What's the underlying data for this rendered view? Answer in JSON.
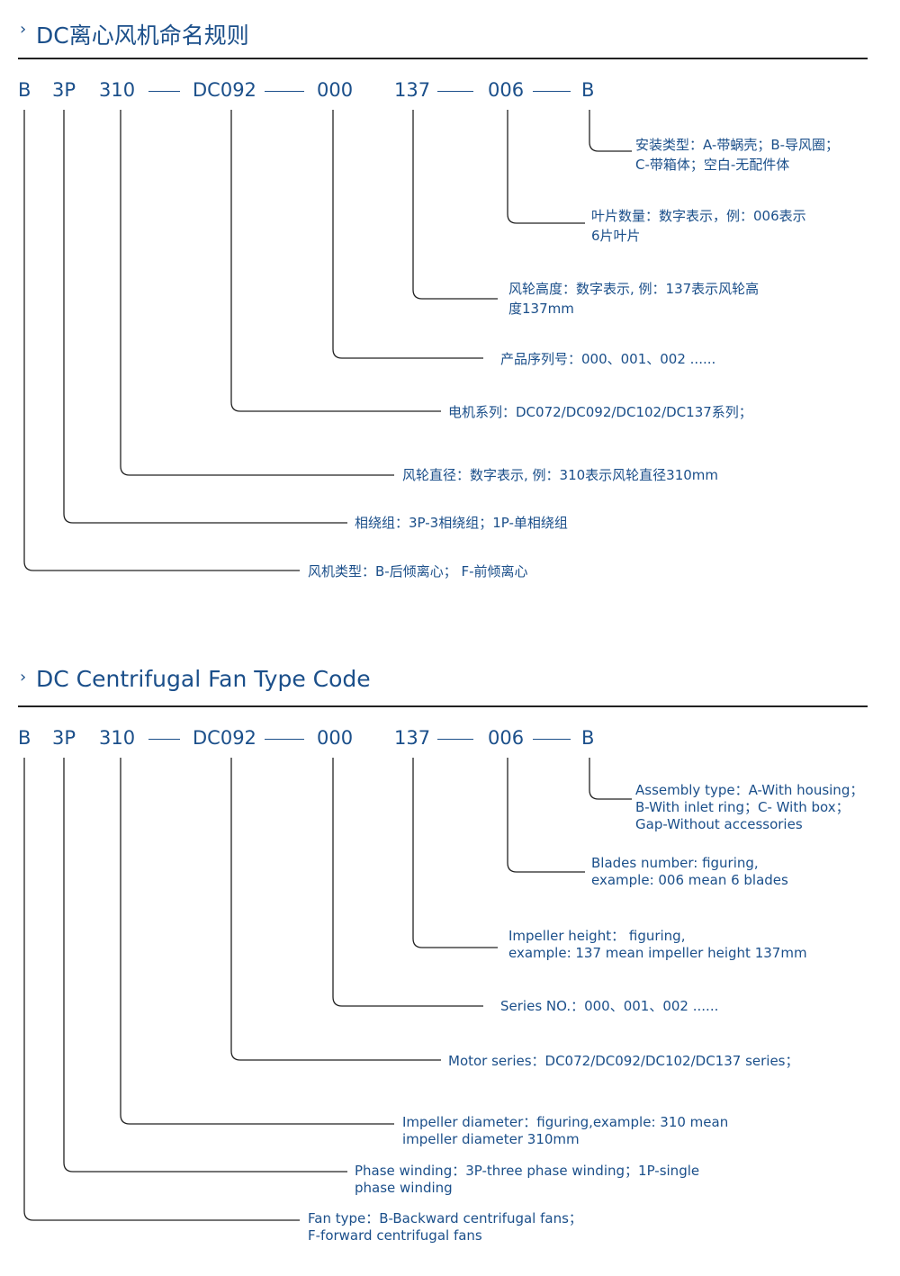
{
  "sections": [
    {
      "chevron": "›",
      "title": "DC离心风机命名规则",
      "code": [
        "B",
        "3P",
        "310",
        "DC092",
        "000",
        "137",
        "006",
        "B"
      ],
      "descriptions": [
        [
          "安装类型：A-带蜗壳；B-导风圈；",
          "C-带箱体；空白-无配件体"
        ],
        [
          "叶片数量：数字表示，例：006表示",
          "6片叶片"
        ],
        [
          "风轮高度：数字表示, 例：137表示风轮高",
          "度137mm"
        ],
        [
          "产品序列号：000、001、002 ......"
        ],
        [
          "电机系列：DC072/DC092/DC102/DC137系列；"
        ],
        [
          "风轮直径：数字表示, 例：310表示风轮直径310mm"
        ],
        [
          "相绕组：3P-3相绕组；1P-单相绕组"
        ],
        [
          "风机类型：B-后倾离心； F-前倾离心"
        ]
      ]
    },
    {
      "chevron": "›",
      "title": "DC Centrifugal Fan Type Code",
      "code": [
        "B",
        "3P",
        "310",
        "DC092",
        "000",
        "137",
        "006",
        "B"
      ],
      "descriptions": [
        [
          "Assembly type：A-With housing；",
          "B-With inlet ring；C- With box；",
          "Gap-Without accessories"
        ],
        [
          "Blades number: figuring,",
          "example: 006 mean 6 blades"
        ],
        [
          "Impeller height： figuring,",
          "example: 137 mean impeller height 137mm"
        ],
        [
          "Series NO.：000、001、002 ......"
        ],
        [
          "Motor series：DC072/DC092/DC102/DC137 series；"
        ],
        [
          "Impeller diameter：figuring,example: 310 mean",
          "impeller diameter 310mm"
        ],
        [
          "Phase winding：3P-three phase winding；1P-single",
          "phase winding"
        ],
        [
          "Fan type：B-Backward centrifugal fans；",
          "F-forward centrifugal fans"
        ]
      ]
    }
  ]
}
